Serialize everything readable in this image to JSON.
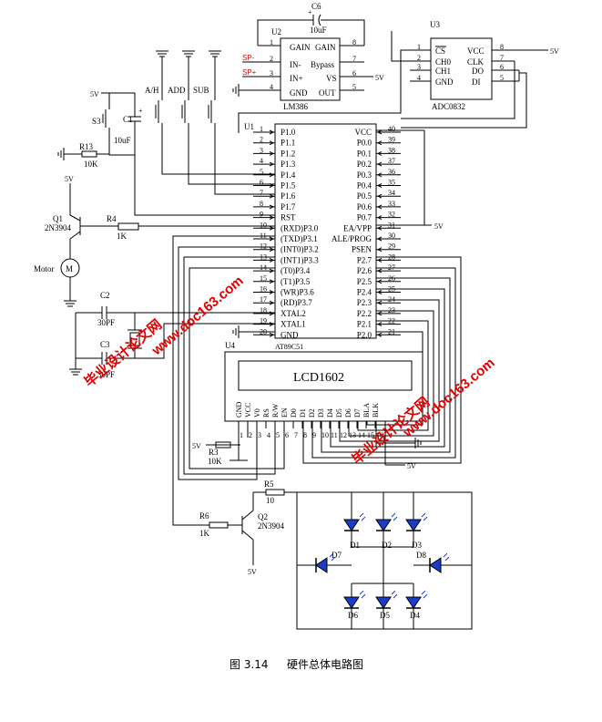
{
  "caption": {
    "number": "图 3.14",
    "title": "硬件总体电路图"
  },
  "watermarks": {
    "cn": "毕业设计论文网",
    "url": "www.doc163.com"
  },
  "components": {
    "U1": {
      "ref": "U1",
      "name": "AT89C51",
      "pins_left": [
        "P1.0",
        "P1.1",
        "P1.2",
        "P1.3",
        "P1.4",
        "P1.5",
        "P1.6",
        "P1.7",
        "RST",
        "(RXD)P3.0",
        "(TXD)P3.1",
        "(INT0)P3.2",
        "(INT1)P3.3",
        "(T0)P3.4",
        "(T1)P3.5",
        "(WR)P3.6",
        "(RD)P3.7",
        "XTAL2",
        "XTAL1",
        "GND"
      ],
      "pins_right": [
        "VCC",
        "P0.0",
        "P0.1",
        "P0.2",
        "P0.3",
        "P0.4",
        "P0.5",
        "P0.6",
        "P0.7",
        "EA/VPP",
        "ALE/PROG",
        "PSEN",
        "P2.7",
        "P2.6",
        "P2.5",
        "P2.4",
        "P2.3",
        "P2.2",
        "P2.1",
        "P2.0"
      ],
      "nums_left": [
        "1",
        "2",
        "3",
        "4",
        "5",
        "6",
        "7",
        "8",
        "9",
        "10",
        "11",
        "12",
        "13",
        "14",
        "15",
        "16",
        "17",
        "18",
        "19",
        "20"
      ],
      "nums_right": [
        "40",
        "39",
        "38",
        "37",
        "36",
        "35",
        "34",
        "33",
        "32",
        "31",
        "30",
        "29",
        "28",
        "27",
        "26",
        "25",
        "24",
        "23",
        "22",
        "21"
      ]
    },
    "U2": {
      "ref": "U2",
      "name": "LM386",
      "pins": [
        "GAIN",
        "IN-",
        "IN+",
        "GND",
        "GAIN",
        "Bypass",
        "VS",
        "OUT"
      ],
      "nums": [
        "1",
        "2",
        "3",
        "4",
        "8",
        "7",
        "6",
        "5"
      ]
    },
    "U3": {
      "ref": "U3",
      "name": "ADC0832",
      "pins": [
        "CS",
        "CH0",
        "CH1",
        "GND",
        "VCC",
        "CLK",
        "DO",
        "DI"
      ],
      "nums": [
        "1",
        "2",
        "3",
        "4",
        "8",
        "7",
        "6",
        "5"
      ]
    },
    "U4": {
      "ref": "U4",
      "name": "LCD1602",
      "pins": [
        "GND",
        "VCC",
        "V0",
        "RS",
        "R/W",
        "EN",
        "D0",
        "D1",
        "D2",
        "D3",
        "D4",
        "D5",
        "D6",
        "D7",
        "BLA",
        "BLK"
      ],
      "nums": [
        "1",
        "2",
        "3",
        "4",
        "5",
        "6",
        "7",
        "8",
        "9",
        "10",
        "11",
        "12",
        "13",
        "14",
        "15",
        "16"
      ]
    },
    "C6": {
      "ref": "C6",
      "value": "10uF"
    },
    "C1": {
      "ref": "C1",
      "value": "10uF"
    },
    "C2": {
      "ref": "C2",
      "value": "30PF"
    },
    "C3": {
      "ref": "C3",
      "value": "30PF"
    },
    "R13": {
      "ref": "R13",
      "value": "10K"
    },
    "R4": {
      "ref": "R4",
      "value": "1K"
    },
    "R3": {
      "ref": "R3",
      "value": "10K"
    },
    "R5": {
      "ref": "R5",
      "value": "10"
    },
    "R6": {
      "ref": "R6",
      "value": "1K"
    },
    "Q1": {
      "ref": "Q1",
      "part": "2N3904"
    },
    "Q2": {
      "ref": "Q2",
      "part": "2N3904"
    },
    "S3": "S3",
    "buttons": [
      "A/H",
      "ADD",
      "SUB"
    ],
    "motor": {
      "label": "Motor",
      "symbol": "M"
    },
    "leds": [
      "D1",
      "D2",
      "D3",
      "D4",
      "D5",
      "D6",
      "D7",
      "D8"
    ],
    "power": "5V",
    "sp_minus": "SP-",
    "sp_plus": "SP+",
    "plus": "+"
  }
}
